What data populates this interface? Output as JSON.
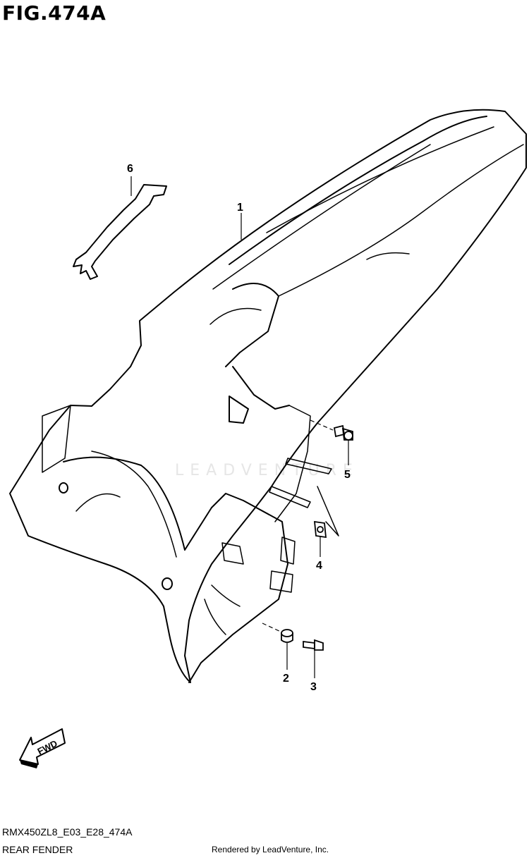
{
  "figure": {
    "title": "FIG.474A"
  },
  "callouts": [
    {
      "id": "1",
      "label": "1"
    },
    {
      "id": "2",
      "label": "2"
    },
    {
      "id": "3",
      "label": "3"
    },
    {
      "id": "4",
      "label": "4"
    },
    {
      "id": "5",
      "label": "5"
    },
    {
      "id": "6",
      "label": "6"
    }
  ],
  "fwd_arrow": {
    "label": "FWD"
  },
  "watermark": {
    "text": "LEADVENTURE"
  },
  "footer": {
    "diagram_code": "RMX450ZL8_E03_E28_474A",
    "diagram_name": "REAR FENDER",
    "credit": "Rendered by LeadVenture, Inc."
  }
}
